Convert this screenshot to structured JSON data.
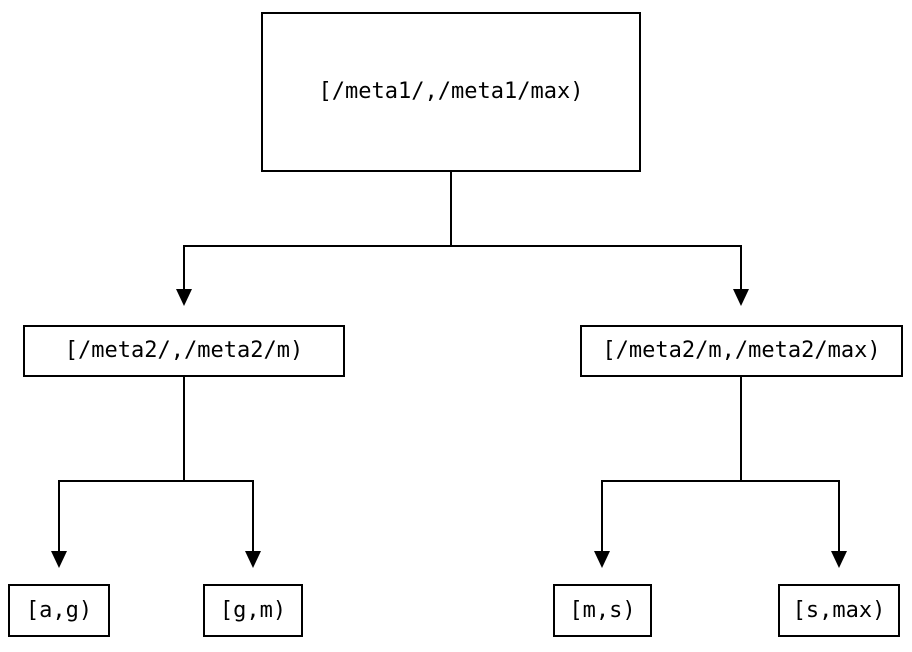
{
  "diagram": {
    "type": "tree",
    "root": {
      "label": "[/meta1/,/meta1/max)"
    },
    "children": [
      {
        "label": "[/meta2/,/meta2/m)",
        "children": [
          {
            "label": "[a,g)"
          },
          {
            "label": "[g,m)"
          }
        ]
      },
      {
        "label": "[/meta2/m,/meta2/max)",
        "children": [
          {
            "label": "[m,s)"
          },
          {
            "label": "[s,max)"
          }
        ]
      }
    ],
    "colors": {
      "line": "#000000",
      "box_border": "#000000",
      "text": "#000000",
      "background": "#ffffff"
    }
  }
}
